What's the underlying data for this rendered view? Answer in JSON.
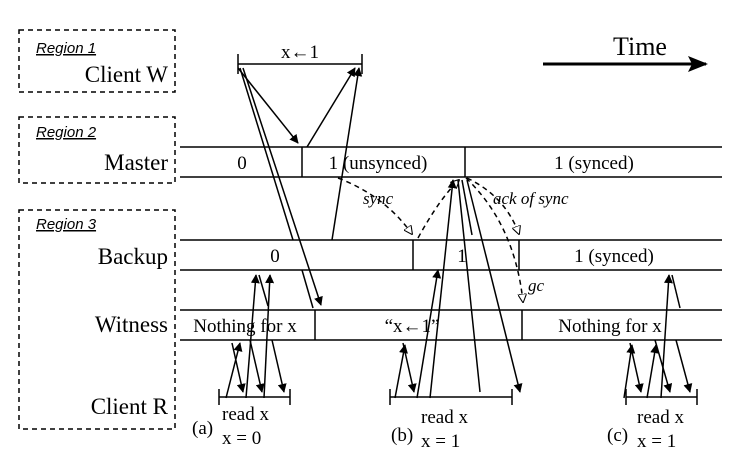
{
  "regions": [
    {
      "tag": "Region 1",
      "label": "Client W"
    },
    {
      "tag": "Region 2",
      "label": "Master"
    },
    {
      "tag": "Region 3",
      "backup": "Backup",
      "witness": "Witness",
      "client": "Client R"
    }
  ],
  "time_label": "Time",
  "write_op": "x←1",
  "master_states": [
    "0",
    "1 (unsynced)",
    "1 (synced)"
  ],
  "backup_states": [
    "0",
    "1",
    "1 (synced)"
  ],
  "witness_states": [
    "Nothing for x",
    "“x←1”",
    "Nothing for x"
  ],
  "messages": {
    "sync": "sync",
    "ack": "ack of sync",
    "gc": "gc"
  },
  "reads": [
    {
      "tag": "(a)",
      "op": "read x",
      "result": "x = 0"
    },
    {
      "tag": "(b)",
      "op": "read x",
      "result": "x = 1"
    },
    {
      "tag": "(c)",
      "op": "read x",
      "result": "x = 1"
    }
  ],
  "colors": {
    "ink": "#000000",
    "background": "#ffffff"
  }
}
